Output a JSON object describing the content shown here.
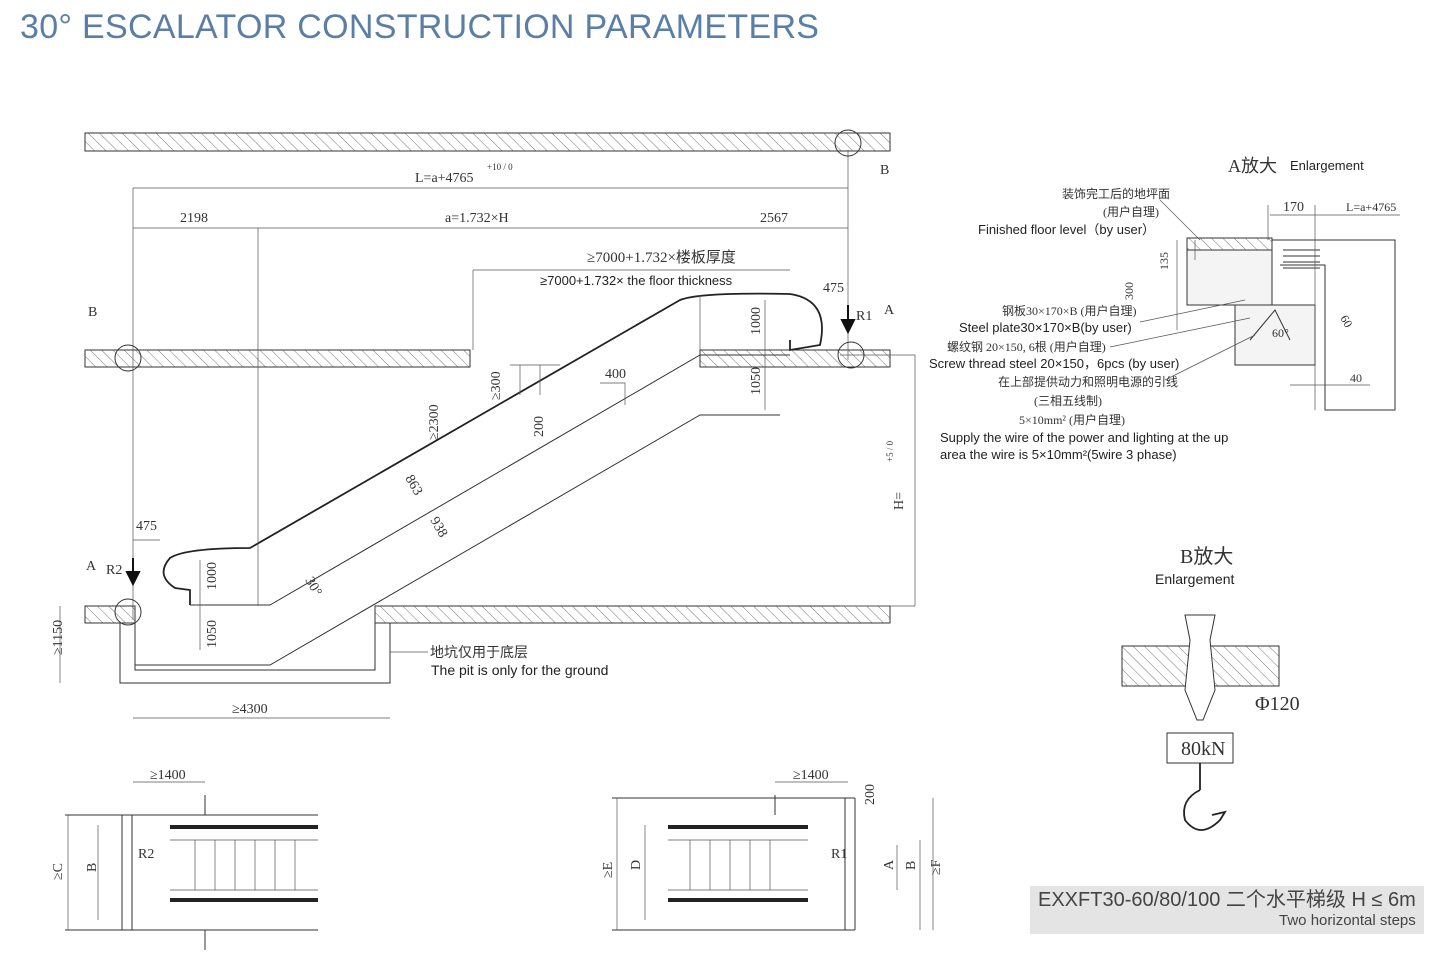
{
  "title": "30° ESCALATOR CONSTRUCTION PARAMETERS",
  "elevation": {
    "length_total": "L=a+4765",
    "length_tol": "+10 / 0",
    "left_dim": "2198",
    "mid_dim": "a=1.732×H",
    "right_dim": "2567",
    "opening_cn": "≥7000+1.732×楼板厚度",
    "opening_en": "≥7000+1.732× the floor thickness",
    "top_475": "475",
    "bottom_475": "475",
    "top_1000": "1000",
    "top_1050": "1050",
    "bot_1000": "1000",
    "bot_1050": "1050",
    "clear_300": "≥300",
    "clear_2300": "≥2300",
    "step_400": "400",
    "step_200": "200",
    "d863": "863",
    "d938": "938",
    "angle": "30°",
    "height_H": "H=",
    "height_tol": "+5 / 0",
    "pit_1150": "≥1150",
    "pit_4300": "≥4300",
    "label_A": "A",
    "label_B": "B",
    "label_R1": "R1",
    "label_R2": "R2",
    "pit_note_cn": "地坑仅用于底层",
    "pit_note_en": "The pit is only for the ground"
  },
  "detail_a": {
    "title_cn": "A放大",
    "title_en": "Enlargement",
    "floor_cn": "装饰完工后的地坪面",
    "floor_cn2": "(用户自理)",
    "floor_en": "Finished floor level（by user）",
    "plate_cn": "钢板30×170×B (用户自理)",
    "plate_en": "Steel plate30×170×B(by user)",
    "screw_cn": "螺纹钢 20×150, 6根 (用户自理)",
    "screw_en": "Screw thread steel 20×150，6pcs (by user)",
    "wire_cn": "在上部提供动力和照明电源的引线",
    "wire_cn2": "(三相五线制)",
    "wire_cn3": "5×10mm² (用户自理)",
    "wire_en1": "Supply the wire of the power and lighting at the up",
    "wire_en2": "area the wire is 5×10mm²(5wire 3 phase)",
    "d170": "170",
    "dL": "L=a+4765",
    "d135": "135",
    "d300": "300",
    "d60": "60",
    "angle": "60°",
    "d40": "40"
  },
  "detail_b": {
    "title_cn": "B放大",
    "title_en": "Enlargement",
    "diameter": "Φ120",
    "load": "80kN"
  },
  "plan": {
    "left_1400": "≥1400",
    "right_1400": "≥1400",
    "C": "≥C",
    "B": "B",
    "R2": "R2",
    "E": "≥E",
    "D": "D",
    "R1": "R1",
    "d200": "200",
    "A": "A",
    "B2": "B",
    "F": "≥F"
  },
  "footer": {
    "model": "EXXFT30-60/80/100 二个水平梯级 H ≤ 6m",
    "subtitle": "Two horizontal steps"
  }
}
